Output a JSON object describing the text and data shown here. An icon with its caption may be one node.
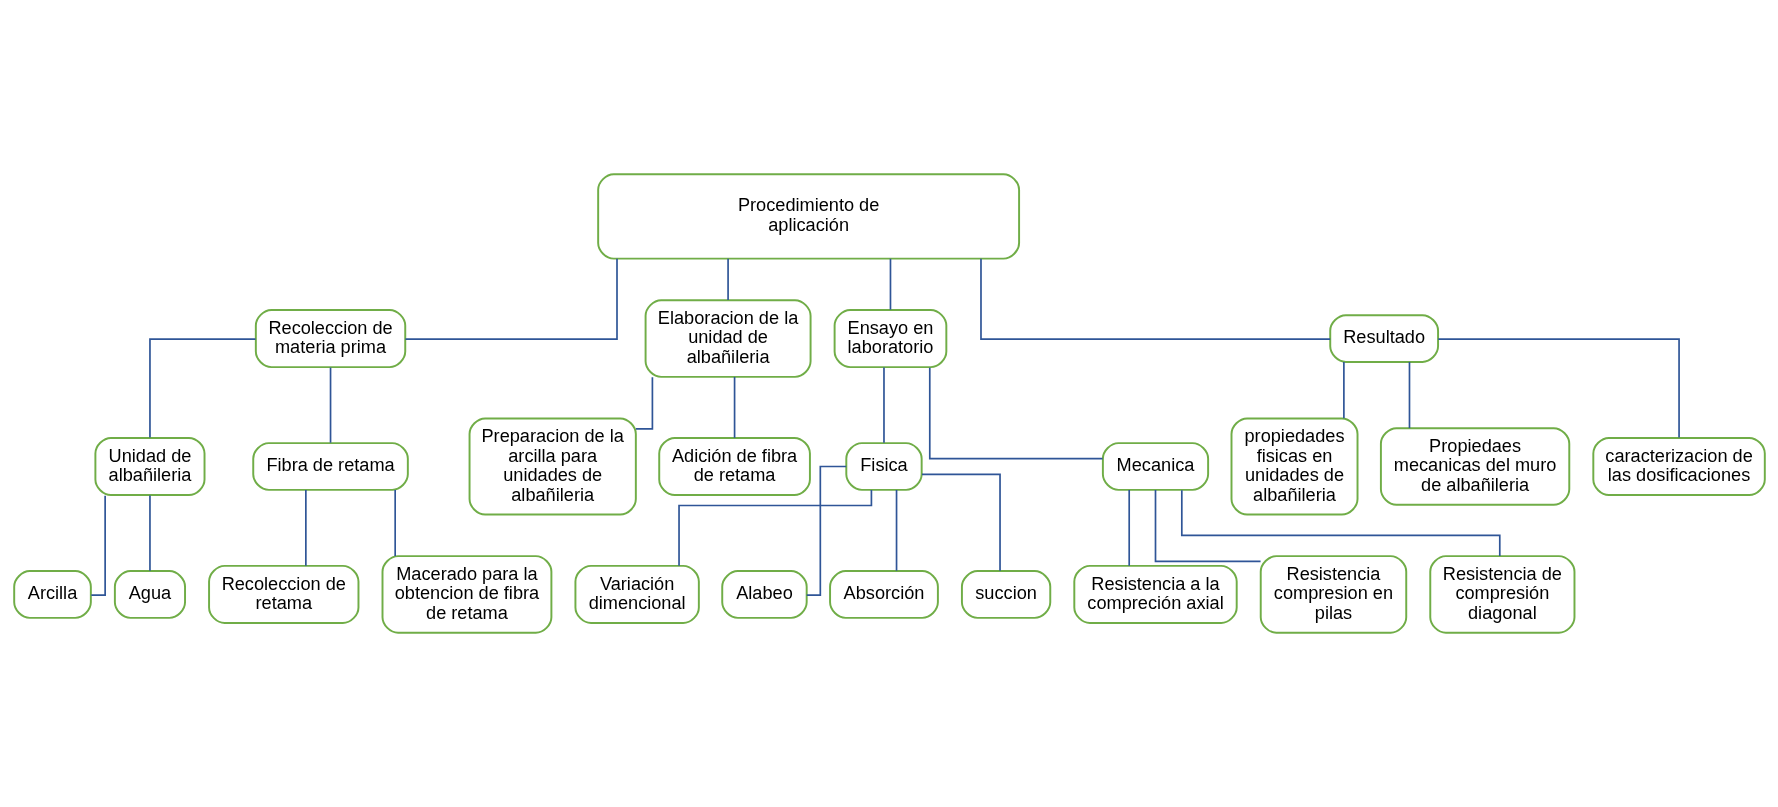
{
  "diagram": {
    "nodes": [
      {
        "text": [
          "Procedimiento de aplicación"
        ]
      },
      {
        "text": [
          "Recoleccion de materia prima"
        ]
      },
      {
        "text": [
          "Elaboracion de la unidad de albañileria"
        ]
      },
      {
        "text": [
          "Ensayo en laboratorio"
        ]
      },
      {
        "text": [
          "Resultado"
        ]
      },
      {
        "text": [
          "Unidad de albañileria"
        ]
      },
      {
        "text": [
          "Fibra de retama"
        ]
      },
      {
        "text": [
          "Arcilla"
        ]
      },
      {
        "text": [
          "Agua"
        ]
      },
      {
        "text": [
          "Recoleccion de retama"
        ]
      },
      {
        "text": [
          "Macerado para la obtencion de fibra de retama"
        ]
      },
      {
        "text": [
          "Preparacion de la arcilla para unidades de albañileria"
        ]
      },
      {
        "text": [
          "Adición de fibra de retama"
        ]
      },
      {
        "text": [
          "Fisica"
        ]
      },
      {
        "text": [
          "Mecanica"
        ]
      },
      {
        "text": [
          "Variación dimencional"
        ]
      },
      {
        "text": [
          "Alabeo"
        ]
      },
      {
        "text": [
          "Absorción"
        ]
      },
      {
        "text": [
          "succion"
        ]
      },
      {
        "text": [
          "Resistencia a la compreción axial"
        ]
      },
      {
        "text": [
          "Resistencia compresion en pilas"
        ]
      },
      {
        "text": [
          "Resistencia de compresión diagonal"
        ]
      },
      {
        "text": [
          "propiedades fisicas en unidades de albañileria"
        ]
      },
      {
        "text": [
          "Propiedaes mecanicas del muro de albañileria"
        ]
      },
      {
        "text": [
          "caracterizacion de las dosificaciones"
        ]
      }
    ],
    "edges": [
      {
        "from": 0,
        "to": 1,
        "arrow": "none"
      },
      {
        "from": 0,
        "to": 2,
        "arrow": "none"
      },
      {
        "from": 0,
        "to": 3,
        "arrow": "none"
      },
      {
        "from": 0,
        "to": 4,
        "arrow": "none"
      },
      {
        "from": 1,
        "to": 5,
        "arrow": "none"
      },
      {
        "from": 1,
        "to": 6,
        "arrow": "none"
      },
      {
        "from": 5,
        "to": 7,
        "arrow": "none"
      },
      {
        "from": 5,
        "to": 8,
        "arrow": "none"
      },
      {
        "from": 6,
        "to": 9,
        "arrow": "none"
      },
      {
        "from": 6,
        "to": 10,
        "arrow": "none"
      },
      {
        "from": 2,
        "to": 11,
        "arrow": "none"
      },
      {
        "from": 2,
        "to": 12,
        "arrow": "none"
      },
      {
        "from": 3,
        "to": 13,
        "arrow": "none"
      },
      {
        "from": 3,
        "to": 14,
        "arrow": "none"
      },
      {
        "from": 13,
        "to": 15,
        "arrow": "none"
      },
      {
        "from": 13,
        "to": 16,
        "arrow": "none"
      },
      {
        "from": 13,
        "to": 17,
        "arrow": "none"
      },
      {
        "from": 13,
        "to": 18,
        "arrow": "none"
      },
      {
        "from": 14,
        "to": 19,
        "arrow": "none"
      },
      {
        "from": 14,
        "to": 20,
        "arrow": "none"
      },
      {
        "from": 14,
        "to": 21,
        "arrow": "none"
      },
      {
        "from": 4,
        "to": 22,
        "arrow": "none"
      },
      {
        "from": 4,
        "to": 23,
        "arrow": "none"
      },
      {
        "from": 4,
        "to": 24,
        "arrow": "none"
      }
    ]
  }
}
